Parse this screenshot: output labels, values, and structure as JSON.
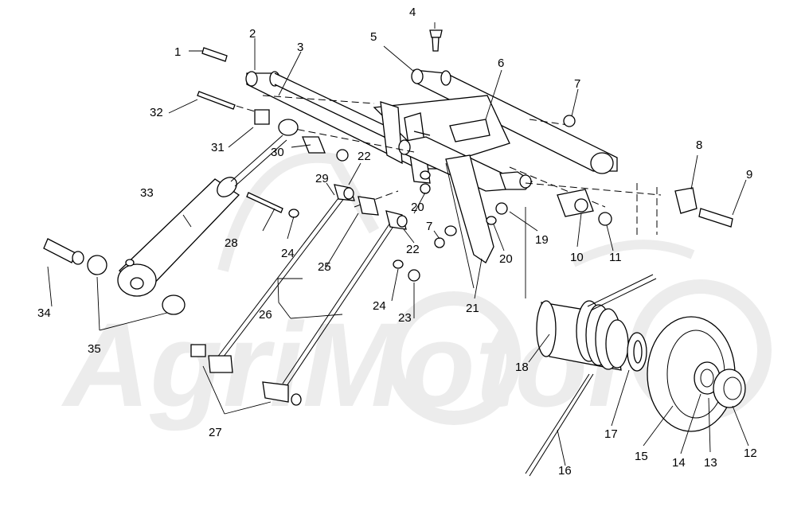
{
  "watermark": {
    "text": "AgriMotor",
    "color": "#e9e9e9"
  },
  "callouts": [
    "1",
    "2",
    "3",
    "4",
    "5",
    "6",
    "7",
    "8",
    "9",
    "10",
    "11",
    "12",
    "13",
    "14",
    "15",
    "16",
    "17",
    "18",
    "19",
    "20",
    "21",
    "22",
    "23",
    "24",
    "25",
    "26",
    "27",
    "28",
    "29",
    "30",
    "31",
    "32",
    "33",
    "34",
    "35"
  ],
  "callouts_repeated": {
    "7b": "7",
    "20b": "20",
    "22b": "22",
    "24b": "24"
  },
  "colors": {
    "line": "#000000",
    "background": "#ffffff"
  }
}
